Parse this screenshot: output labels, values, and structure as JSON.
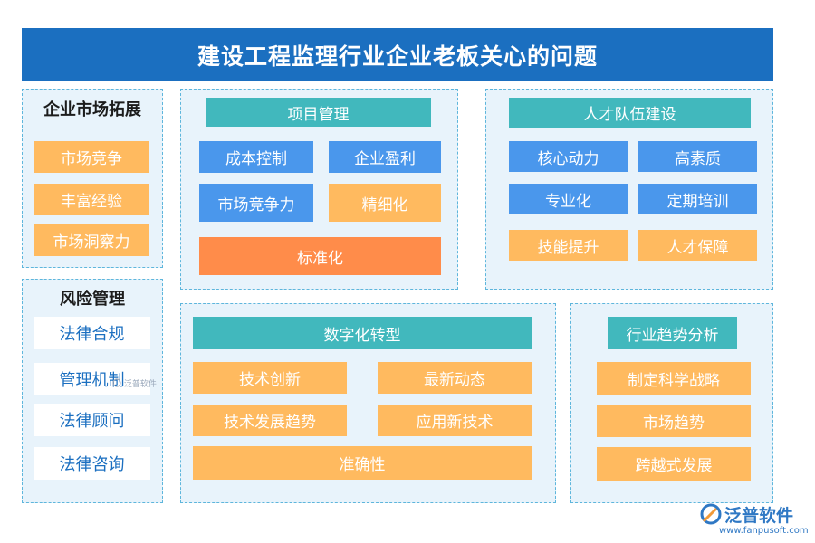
{
  "title": "建设工程监理行业企业老板关心的问题",
  "market": {
    "header": "企业市场拓展",
    "items": [
      "市场竞争",
      "丰富经验",
      "市场洞察力"
    ]
  },
  "risk": {
    "header": "风险管理",
    "items": [
      "法律合规",
      "管理机制",
      "法律顾问",
      "法律咨询"
    ]
  },
  "project": {
    "header": "项目管理",
    "items": [
      "成本控制",
      "企业盈利",
      "市场竞争力",
      "精细化",
      "标准化"
    ]
  },
  "talent": {
    "header": "人才队伍建设",
    "items": [
      "核心动力",
      "高素质",
      "专业化",
      "定期培训",
      "技能提升",
      "人才保障"
    ]
  },
  "digital": {
    "header": "数字化转型",
    "items": [
      "技术创新",
      "最新动态",
      "技术发展趋势",
      "应用新技术",
      "准确性"
    ]
  },
  "trend": {
    "header": "行业趋势分析",
    "items": [
      "制定科学战略",
      "市场趋势",
      "跨越式发展"
    ]
  },
  "watermark": "泛普软件",
  "brand": {
    "name": "泛普软件",
    "url": "www.fanpusoft.com"
  },
  "colors": {
    "title_bar": "#1b6fc0",
    "panel_bg": "#e8f3fb",
    "panel_border": "#5eb6dc",
    "teal": "#41b8bd",
    "blue": "#4a97ec",
    "orange": "#ffba5f",
    "deep_orange": "#ff8c4a"
  }
}
